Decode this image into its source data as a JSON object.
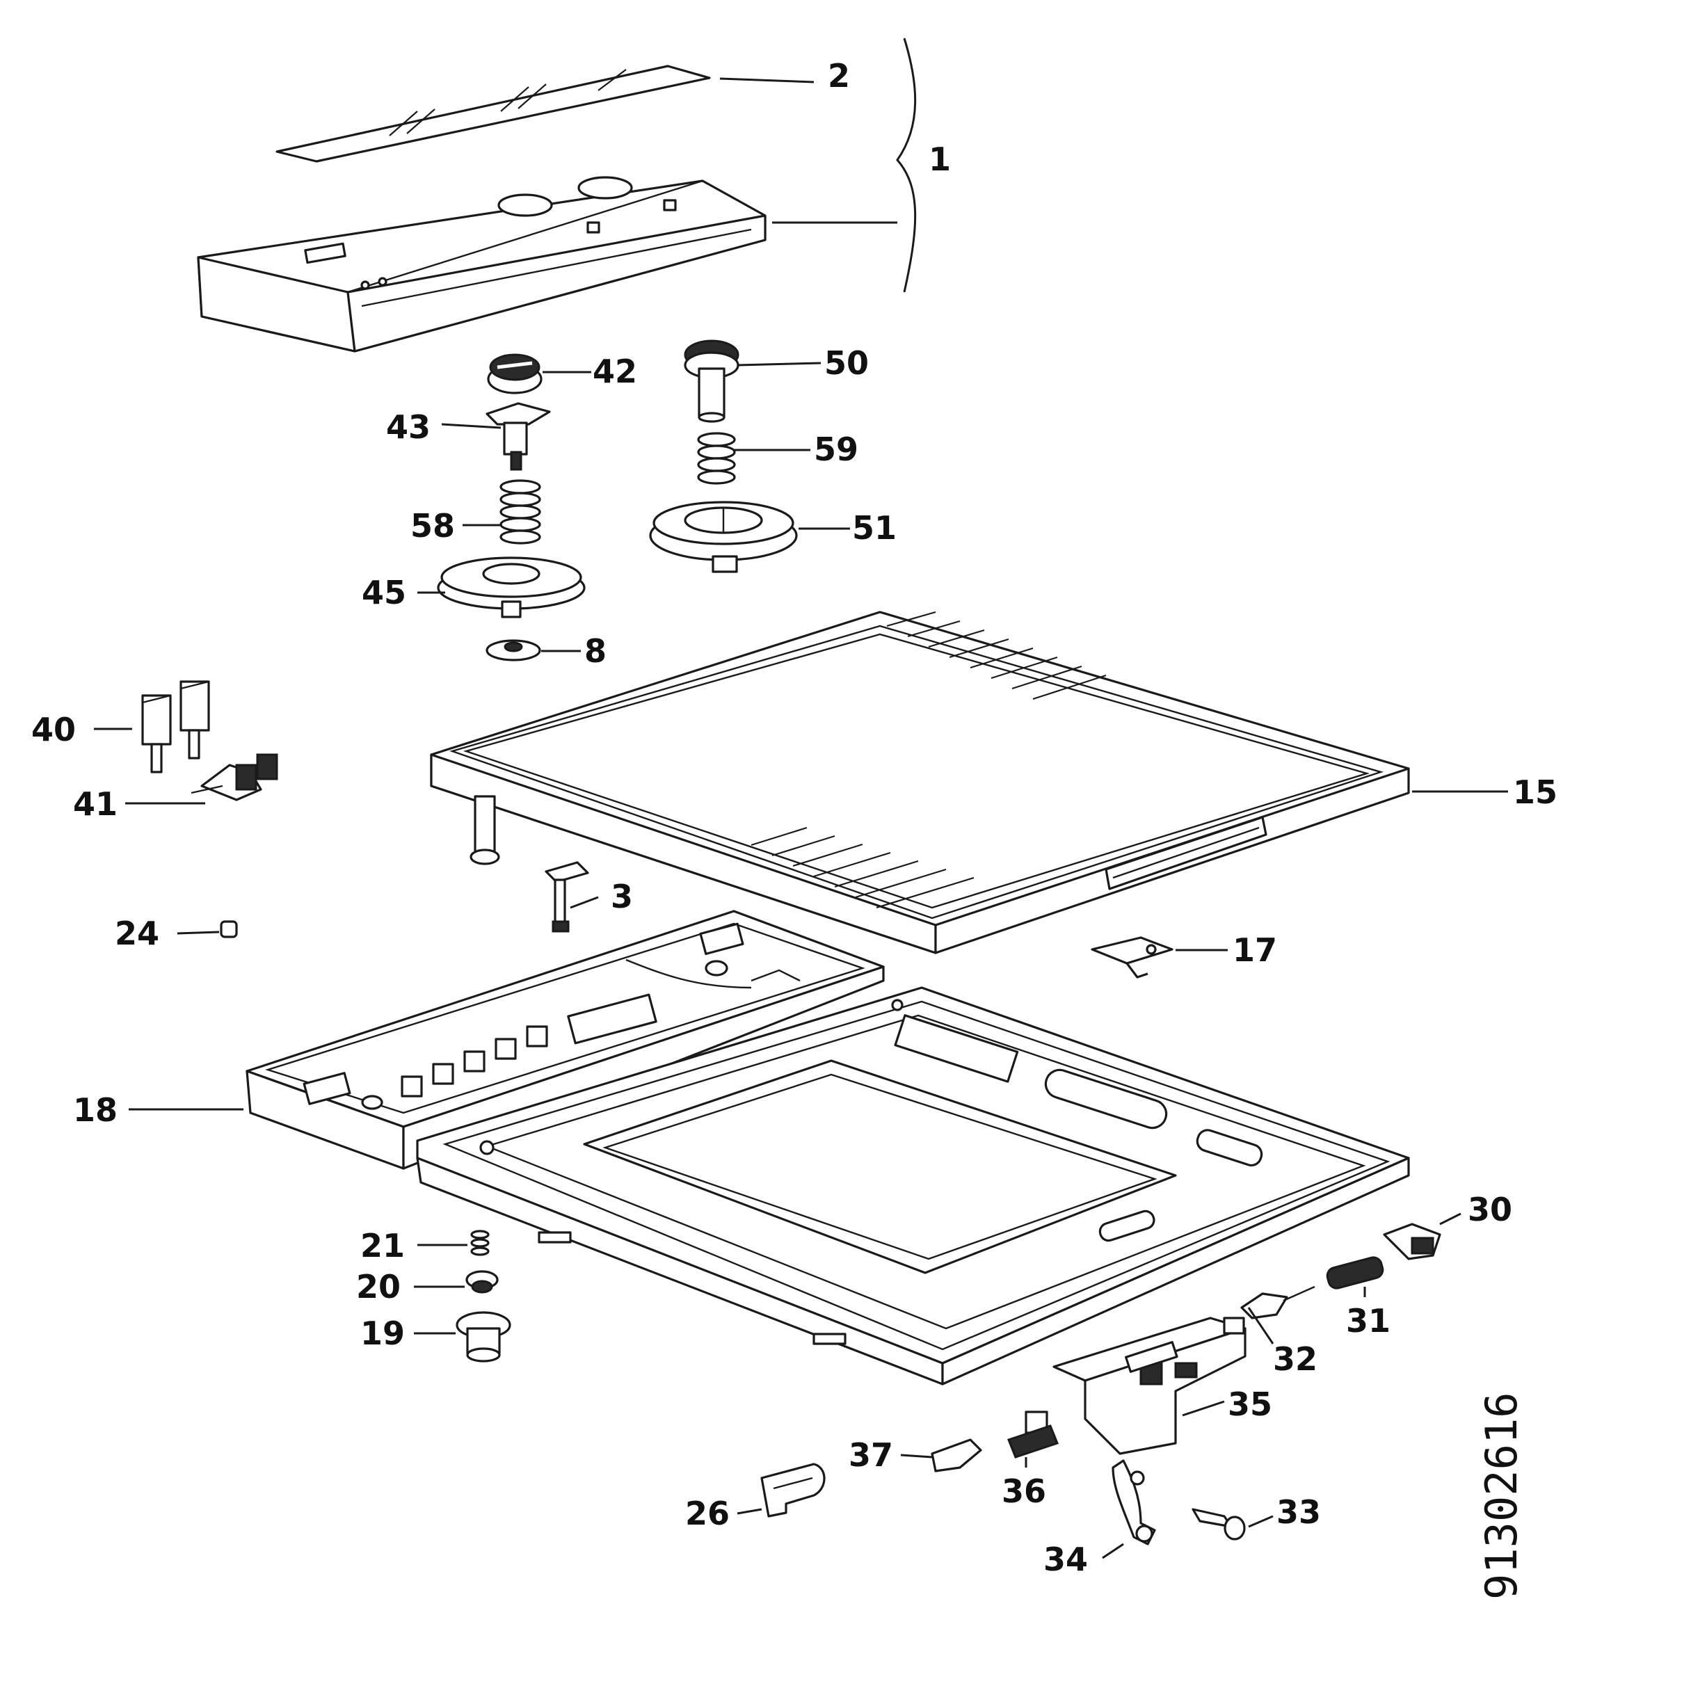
{
  "diagram": {
    "callouts": {
      "c1": "1",
      "c2": "2",
      "c3": "3",
      "c8": "8",
      "c15": "15",
      "c17": "17",
      "c18": "18",
      "c19": "19",
      "c20": "20",
      "c21": "21",
      "c24": "24",
      "c26": "26",
      "c30": "30",
      "c31": "31",
      "c32": "32",
      "c33": "33",
      "c34": "34",
      "c35": "35",
      "c36": "36",
      "c37": "37",
      "c40": "40",
      "c41": "41",
      "c42": "42",
      "c43": "43",
      "c45": "45",
      "c50": "50",
      "c51": "51",
      "c58": "58",
      "c59": "59"
    },
    "drawing_code": "91302616"
  }
}
